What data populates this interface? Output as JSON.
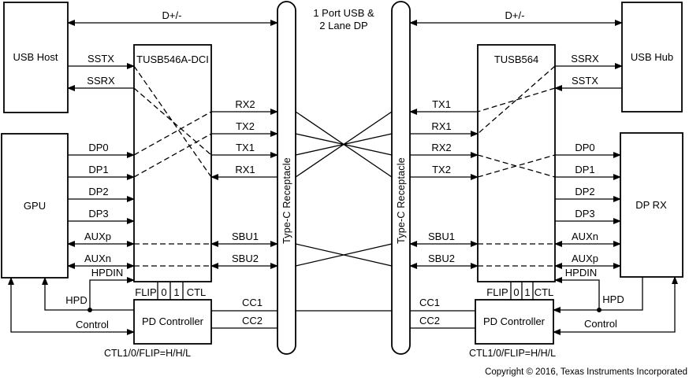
{
  "page": {
    "bg": "#ffffff",
    "line_color": "#000000"
  },
  "header": {
    "center_title_line1": "1 Port USB &",
    "center_title_line2": "2 Lane DP",
    "bus_label_left": "D+/-",
    "bus_label_right": "D+/-"
  },
  "blocks": {
    "usb_host": "USB Host",
    "gpu": "GPU",
    "usb_hub": "USB Hub",
    "dp_rx": "DP RX",
    "mux_left": "TUSB546A-DCI",
    "mux_right": "TUSB564",
    "pd_left": "PD Controller",
    "pd_right": "PD Controller",
    "receptacle_left": "Type-C Receptacle",
    "receptacle_right": "Type-C Receptacle"
  },
  "signals_left": {
    "sstx": "SSTX",
    "ssrx": "SSRX",
    "dp0": "DP0",
    "dp1": "DP1",
    "dp2": "DP2",
    "dp3": "DP3",
    "auxp": "AUXp",
    "auxn": "AUXn",
    "hpdin": "HPDIN",
    "hpd": "HPD",
    "control": "Control",
    "rx2": "RX2",
    "tx2": "TX2",
    "tx1": "TX1",
    "rx1": "RX1",
    "sbu1": "SBU1",
    "sbu2": "SBU2",
    "cc1": "CC1",
    "cc2": "CC2"
  },
  "signals_right": {
    "ssrx": "SSRX",
    "sstx": "SSTX",
    "tx1": "TX1",
    "rx1": "RX1",
    "rx2": "RX2",
    "tx2": "TX2",
    "dp0": "DP0",
    "dp1": "DP1",
    "dp2": "DP2",
    "dp3": "DP3",
    "auxn": "AUXn",
    "auxp": "AUXp",
    "hpdin": "HPDIN",
    "hpd": "HPD",
    "control": "Control",
    "sbu1": "SBU1",
    "sbu2": "SBU2",
    "cc1": "CC1",
    "cc2": "CC2"
  },
  "straps_left": {
    "flip": "FLIP",
    "bit0": "0",
    "bit1": "1",
    "ctl": "CTL",
    "note": "CTL1/0/FLIP=H/H/L"
  },
  "straps_right": {
    "flip": "FLIP",
    "bit0": "0",
    "bit1": "1",
    "ctl": "CTL",
    "note": "CTL1/0/FLIP=H/H/L"
  },
  "footer": {
    "copyright": "Copyright © 2016, Texas Instruments Incorporated"
  }
}
